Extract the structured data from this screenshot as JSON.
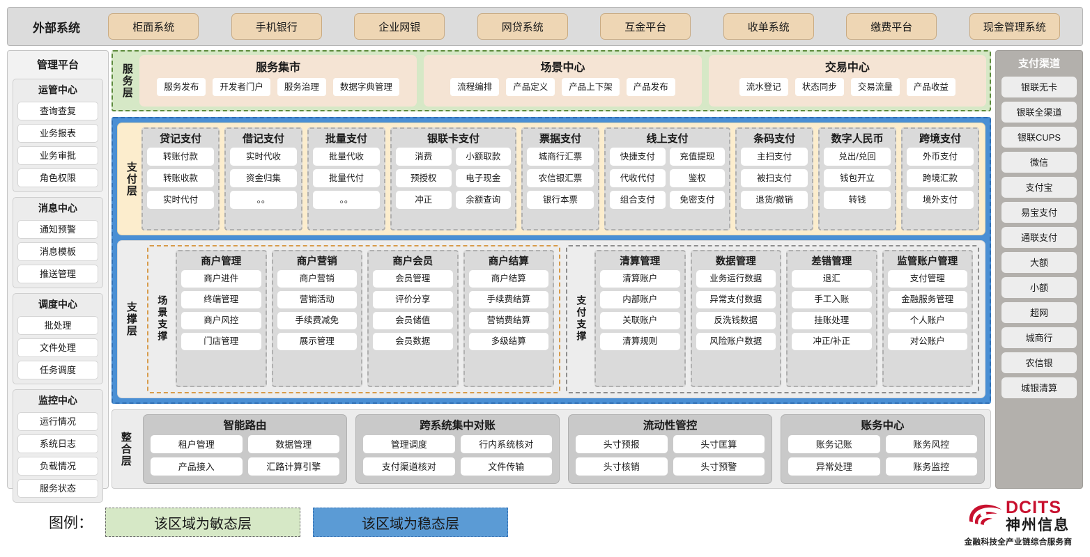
{
  "external": {
    "title": "外部系统",
    "items": [
      "柜面系统",
      "手机银行",
      "企业网银",
      "网贷系统",
      "互金平台",
      "收单系统",
      "缴费平台",
      "现金管理系统"
    ]
  },
  "management": {
    "title": "管理平台",
    "groups": [
      {
        "title": "运管中心",
        "items": [
          "查询查复",
          "业务报表",
          "业务审批",
          "角色权限"
        ]
      },
      {
        "title": "消息中心",
        "items": [
          "通知预警",
          "消息模板",
          "推送管理"
        ]
      },
      {
        "title": "调度中心",
        "items": [
          "批处理",
          "文件处理",
          "任务调度"
        ]
      },
      {
        "title": "监控中心",
        "items": [
          "运行情况",
          "系统日志",
          "负载情况",
          "服务状态"
        ]
      }
    ]
  },
  "service_layer": {
    "label": "服务层",
    "cards": [
      {
        "title": "服务集市",
        "items": [
          "服务发布",
          "开发者门户",
          "服务治理",
          "数据字典管理"
        ]
      },
      {
        "title": "场景中心",
        "items": [
          "流程编排",
          "产品定义",
          "产品上下架",
          "产品发布"
        ]
      },
      {
        "title": "交易中心",
        "items": [
          "流水登记",
          "状态同步",
          "交易流量",
          "产品收益"
        ]
      }
    ]
  },
  "pay_layer": {
    "label": "支付层",
    "cards": [
      {
        "title": "贷记支付",
        "cols": 1,
        "items": [
          "转账付款",
          "转账收款",
          "实时代付"
        ]
      },
      {
        "title": "借记支付",
        "cols": 1,
        "items": [
          "实时代收",
          "资金归集",
          "。。"
        ]
      },
      {
        "title": "批量支付",
        "cols": 1,
        "items": [
          "批量代收",
          "批量代付",
          "。。"
        ]
      },
      {
        "title": "银联卡支付",
        "cols": 2,
        "items": [
          "消费",
          "小额取款",
          "预授权",
          "电子现金",
          "冲正",
          "余额查询"
        ]
      },
      {
        "title": "票据支付",
        "cols": 1,
        "items": [
          "城商行汇票",
          "农信银汇票",
          "银行本票"
        ]
      },
      {
        "title": "线上支付",
        "cols": 2,
        "items": [
          "快捷支付",
          "充值提现",
          "代收代付",
          "鉴权",
          "组合支付",
          "免密支付"
        ]
      },
      {
        "title": "条码支付",
        "cols": 1,
        "items": [
          "主扫支付",
          "被扫支付",
          "退货/撤销"
        ]
      },
      {
        "title": "数字人民币",
        "cols": 1,
        "items": [
          "兑出/兑回",
          "钱包开立",
          "转钱"
        ]
      },
      {
        "title": "跨境支付",
        "cols": 1,
        "items": [
          "外币支付",
          "跨境汇款",
          "境外支付"
        ]
      }
    ]
  },
  "support_layer": {
    "label": "支撑层",
    "zones": [
      {
        "label": "场景支撑",
        "style": "scene",
        "cards": [
          {
            "title": "商户管理",
            "items": [
              "商户进件",
              "终端管理",
              "商户风控",
              "门店管理"
            ]
          },
          {
            "title": "商户营销",
            "items": [
              "商户营销",
              "营销活动",
              "手续费减免",
              "展示管理"
            ]
          },
          {
            "title": "商户会员",
            "items": [
              "会员管理",
              "评价分享",
              "会员储值",
              "会员数据"
            ]
          },
          {
            "title": "商户结算",
            "items": [
              "商户结算",
              "手续费结算",
              "营销费结算",
              "多级结算"
            ]
          }
        ]
      },
      {
        "label": "支付支撑",
        "style": "pay",
        "cards": [
          {
            "title": "清算管理",
            "items": [
              "清算账户",
              "内部账户",
              "关联账户",
              "清算规则"
            ]
          },
          {
            "title": "数据管理",
            "items": [
              "业务运行数据",
              "异常支付数据",
              "反洗钱数据",
              "风险账户数据"
            ]
          },
          {
            "title": "差错管理",
            "items": [
              "退汇",
              "手工入账",
              "挂账处理",
              "冲正/补正"
            ]
          },
          {
            "title": "监管账户管理",
            "items": [
              "支付管理",
              "金融服务管理",
              "个人账户",
              "对公账户"
            ]
          }
        ]
      }
    ]
  },
  "integration_layer": {
    "label": "整合层",
    "cards": [
      {
        "title": "智能路由",
        "items": [
          "租户管理",
          "数据管理",
          "产品接入",
          "汇路计算引擎"
        ]
      },
      {
        "title": "跨系统集中对账",
        "items": [
          "管理调度",
          "行内系统核对",
          "支付渠道核对",
          "文件传输"
        ]
      },
      {
        "title": "流动性管控",
        "items": [
          "头寸预报",
          "头寸匡算",
          "头寸核销",
          "头寸预警"
        ]
      },
      {
        "title": "账务中心",
        "items": [
          "账务记账",
          "账务风控",
          "异常处理",
          "账务监控"
        ]
      }
    ]
  },
  "channels": {
    "title": "支付渠道",
    "items": [
      "银联无卡",
      "银联全渠道",
      "银联CUPS",
      "微信",
      "支付宝",
      "易宝支付",
      "通联支付",
      "大额",
      "小额",
      "超网",
      "城商行",
      "农信银",
      "城银清算"
    ]
  },
  "legend": {
    "label": "图例：",
    "agile": "该区域为敏态层",
    "stable": "该区域为稳态层",
    "agile_color": "#d6e8c6",
    "stable_color": "#5b9bd5"
  },
  "logo": {
    "brand": "DCITS",
    "brand_cn": "神州信息",
    "tagline": "金融科技全产业链综合服务商",
    "brand_color": "#c8102e"
  }
}
